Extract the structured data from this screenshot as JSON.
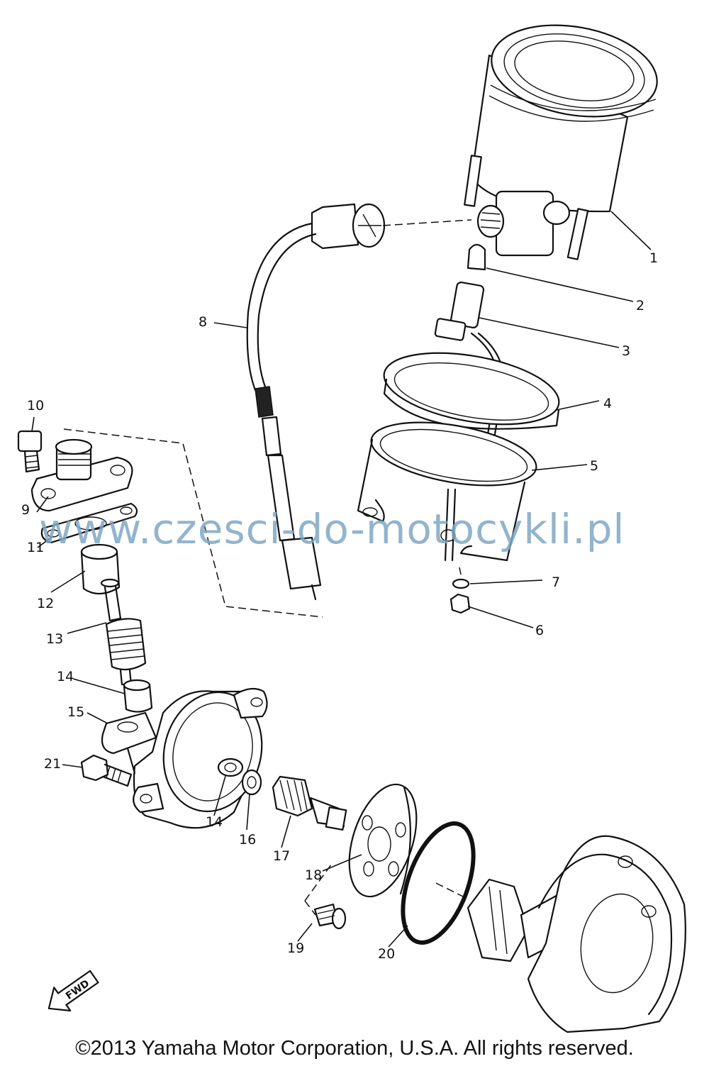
{
  "callouts": {
    "c1": "1",
    "c2": "2",
    "c3": "3",
    "c4": "4",
    "c5": "5",
    "c6": "6",
    "c7": "7",
    "c8": "8",
    "c9": "9",
    "c10": "10",
    "c11": "11",
    "c12": "12",
    "c13": "13",
    "c14a": "14",
    "c14b": "14",
    "c15": "15",
    "c16": "16",
    "c17": "17",
    "c18": "18",
    "c19": "19",
    "c20": "20",
    "c21": "21"
  },
  "fwd_label": "FWD",
  "watermark": "www.czesci-do-motocykli.pl",
  "copyright": "©2013 Yamaha Motor Corporation, U.S.A. All rights reserved."
}
